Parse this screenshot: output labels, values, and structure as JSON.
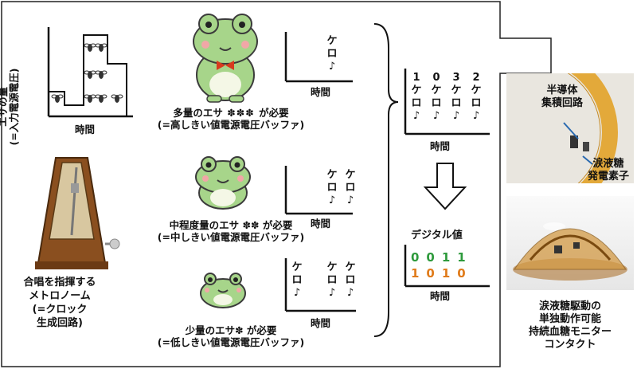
{
  "input_axis": {
    "ylabel": "エサの量",
    "ylabel_sub": "(=入力電源電圧)",
    "xlabel": "時間"
  },
  "metronome": {
    "lines": [
      "合唱を指揮する",
      "メトロノーム",
      "(=クロック",
      "生成回路)"
    ]
  },
  "frogs": [
    {
      "size": "large",
      "caption_pre": "多量のエサ",
      "caption_post": "が必要",
      "caption_sub": "(=高しきい値電源電圧バッファ)",
      "output_cols": [
        [
          "ケ",
          "ロ",
          "♪"
        ]
      ],
      "xlabel": "時間"
    },
    {
      "size": "medium",
      "caption_pre": "中程度量のエサ",
      "caption_post": "が必要",
      "caption_sub": "(=中しきい値電源電圧バッファ)",
      "output_cols": [
        [
          "ケ",
          "ロ",
          "♪"
        ],
        [
          "ケ",
          "ロ",
          "♪"
        ]
      ],
      "xlabel": "時間"
    },
    {
      "size": "small",
      "caption_pre": "少量のエサ",
      "caption_post": "が必要",
      "caption_sub": "(=低しきい値電源電圧バッファ)",
      "output_cols": [
        [
          "ケ",
          "ロ",
          "♪"
        ],
        [
          "ケ",
          "ロ",
          "♪"
        ],
        [
          "ケ",
          "ロ",
          "♪"
        ]
      ],
      "xlabel": "時間"
    }
  ],
  "combined": {
    "counts": [
      "1",
      "0",
      "3",
      "2"
    ],
    "glyphs": [
      "ケ",
      "ロ",
      "♪"
    ],
    "xlabel": "時間"
  },
  "digital": {
    "title": "デジタル値",
    "row1": "0011",
    "row2": "1010",
    "row1_color": "#2e9a3c",
    "row2_color": "#e07b1a",
    "xlabel": "時間"
  },
  "photo_top": {
    "label1": "半導体\n集積回路",
    "label2": "涙液糖\n発電素子"
  },
  "photo_bottom": {
    "caption": "涙液糖駆動の\n単独動作可能\n持続血糖モニター\nコンタクト"
  },
  "colors": {
    "frog_fill": "#a7d58a",
    "frog_outline": "#3b3b3b",
    "bowtie": "#d83a1e",
    "metronome_wood": "#8a4f1f"
  }
}
